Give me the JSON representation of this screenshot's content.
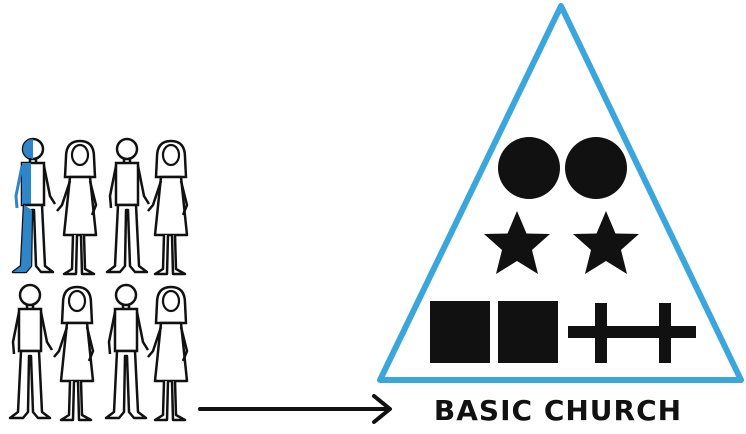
{
  "caption": "BASIC CHURCH",
  "colors": {
    "triangle_stroke": "#3aa6dc",
    "highlight": "#2e86c8",
    "ink": "#111111",
    "figure_fill": "#ffffff"
  },
  "people": {
    "rows": 2,
    "couples_per_row": 2,
    "highlighted": "row-1-man-1"
  },
  "symbols": {
    "circles": 2,
    "stars": 2,
    "squares": 2,
    "crosses": 2
  },
  "icons": [
    "arrow-right-icon",
    "circle-icon",
    "star-icon",
    "square-icon",
    "cross-icon"
  ]
}
